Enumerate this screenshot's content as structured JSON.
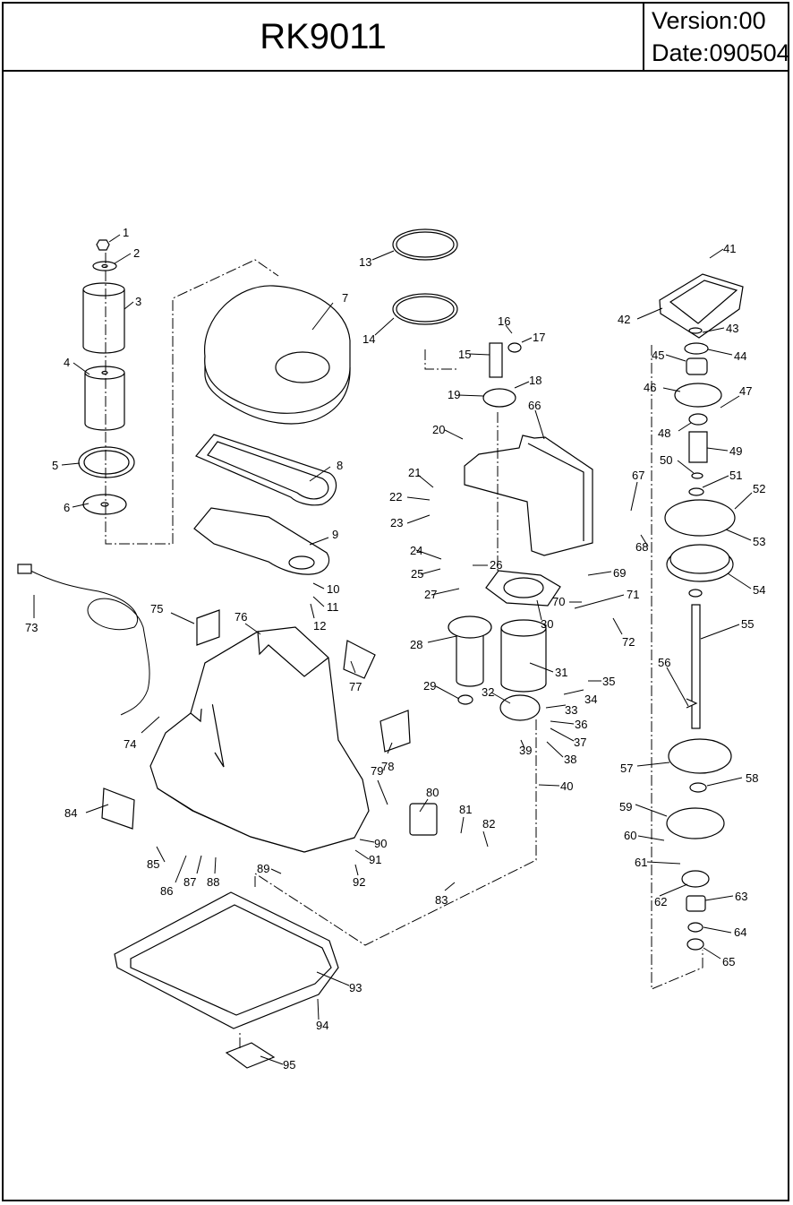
{
  "header": {
    "model": "RK9011",
    "version": "Version:00",
    "date": "Date:090504"
  },
  "diagram": {
    "part_numbers": [
      "1",
      "2",
      "3",
      "4",
      "5",
      "6",
      "7",
      "8",
      "9",
      "10",
      "11",
      "12",
      "13",
      "14",
      "15",
      "16",
      "17",
      "18",
      "19",
      "20",
      "21",
      "22",
      "23",
      "24",
      "25",
      "26",
      "27",
      "28",
      "29",
      "30",
      "31",
      "32",
      "33",
      "34",
      "35",
      "36",
      "37",
      "38",
      "39",
      "40",
      "41",
      "42",
      "43",
      "44",
      "45",
      "46",
      "47",
      "48",
      "49",
      "50",
      "51",
      "52",
      "53",
      "54",
      "55",
      "56",
      "57",
      "58",
      "59",
      "60",
      "61",
      "62",
      "63",
      "64",
      "65",
      "66",
      "67",
      "68",
      "69",
      "70",
      "71",
      "72",
      "73",
      "74",
      "75",
      "76",
      "77",
      "78",
      "79",
      "80",
      "81",
      "82",
      "83",
      "84",
      "85",
      "86",
      "87",
      "88",
      "89",
      "90",
      "91",
      "92",
      "93",
      "94",
      "95"
    ]
  }
}
